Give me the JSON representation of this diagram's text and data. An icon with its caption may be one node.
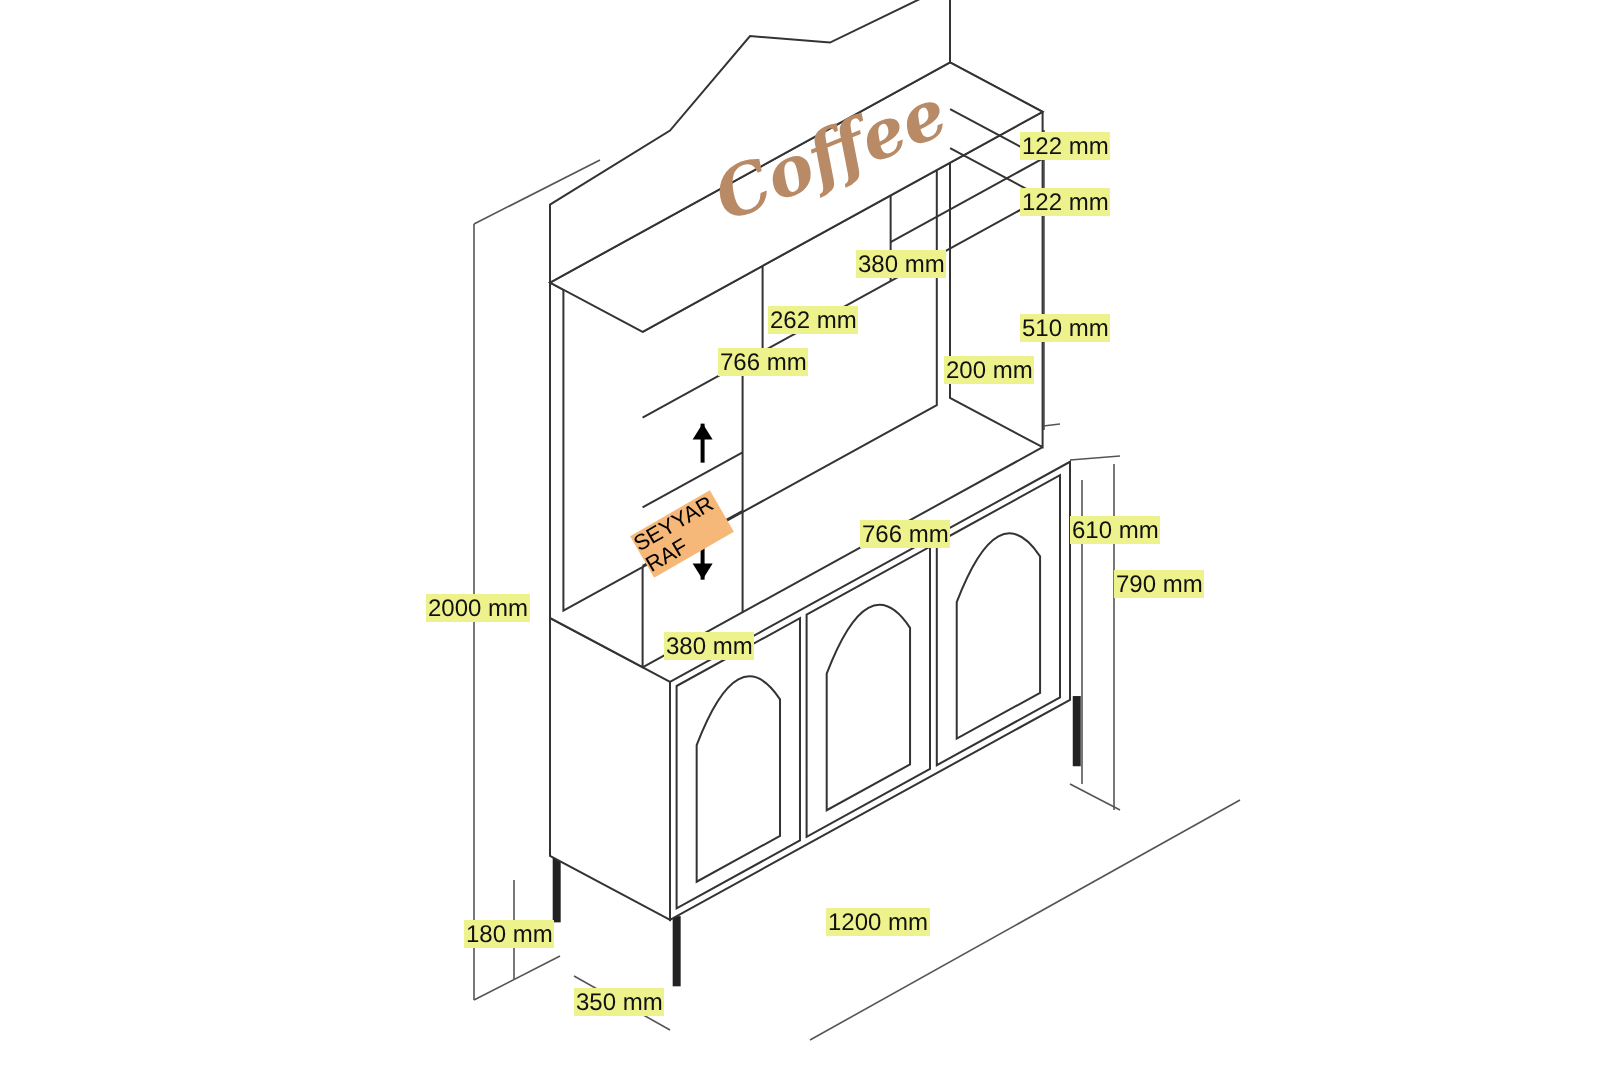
{
  "diagram": {
    "labels": [
      "Coffee",
      "122 mm",
      "122 mm",
      "380 mm",
      "262 mm",
      "510 mm",
      "766 mm",
      "200 mm",
      "SEYYAR RAF",
      "766 mm",
      "610 mm",
      "790 mm",
      "2000 mm",
      "380 mm",
      "180 mm",
      "1200 mm",
      "350 mm"
    ]
  }
}
